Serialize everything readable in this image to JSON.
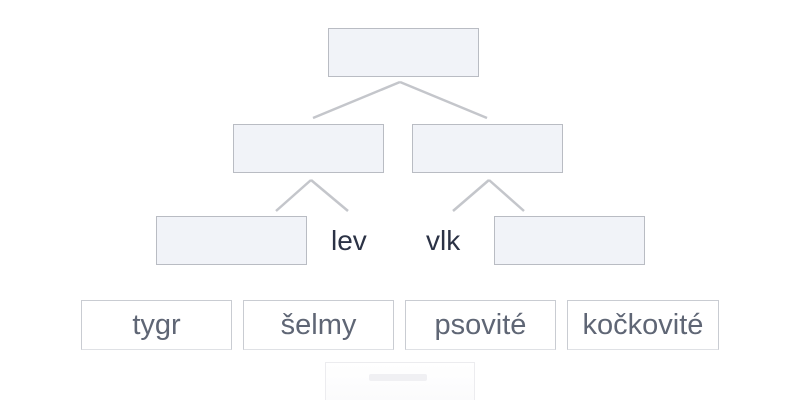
{
  "tree": {
    "fixed_words": {
      "left_leaf": "lev",
      "right_leaf": "vlk"
    }
  },
  "word_bank": {
    "cards": [
      {
        "label": "tygr"
      },
      {
        "label": "šelmy"
      },
      {
        "label": "psovité"
      },
      {
        "label": "kočkovité"
      }
    ]
  },
  "colors": {
    "slot_fill": "#f1f3f8",
    "slot_border": "#b9bcc3",
    "connector": "#c4c6cb",
    "card_text": "#5f6675",
    "fixed_text": "#2b3245"
  }
}
